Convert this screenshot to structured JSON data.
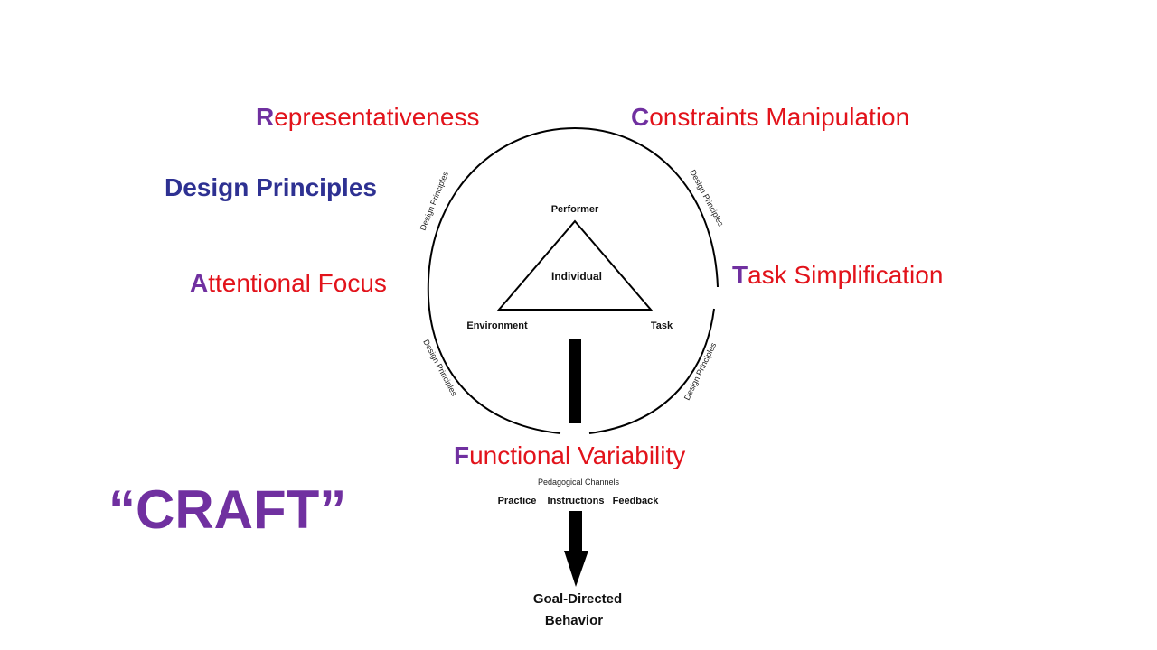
{
  "principles": {
    "representativeness": {
      "initial": "R",
      "rest": "epresentativeness"
    },
    "constraints": {
      "initial": "C",
      "rest": "onstraints Manipulation"
    },
    "attentional": {
      "initial": "A",
      "rest": "ttentional Focus"
    },
    "task_simplification": {
      "initial": "T",
      "rest": "ask Simplification"
    },
    "functional": {
      "initial": "F",
      "rest": "unctional Variability"
    }
  },
  "design_principles_heading": "Design Principles",
  "craft_label": "“CRAFT”",
  "diagram": {
    "performer": "Performer",
    "individual": "Individual",
    "environment": "Environment",
    "task": "Task",
    "arc_label": "Design Principles",
    "pedagogical_channels": "Pedagogical Channels",
    "channels": [
      "Practice",
      "Instructions",
      "Feedback"
    ],
    "goal_line1": "Goal-Directed",
    "goal_line2": "Behavior"
  },
  "colors": {
    "red": "#e2131b",
    "purple": "#7030a0",
    "navy": "#2e3192"
  }
}
